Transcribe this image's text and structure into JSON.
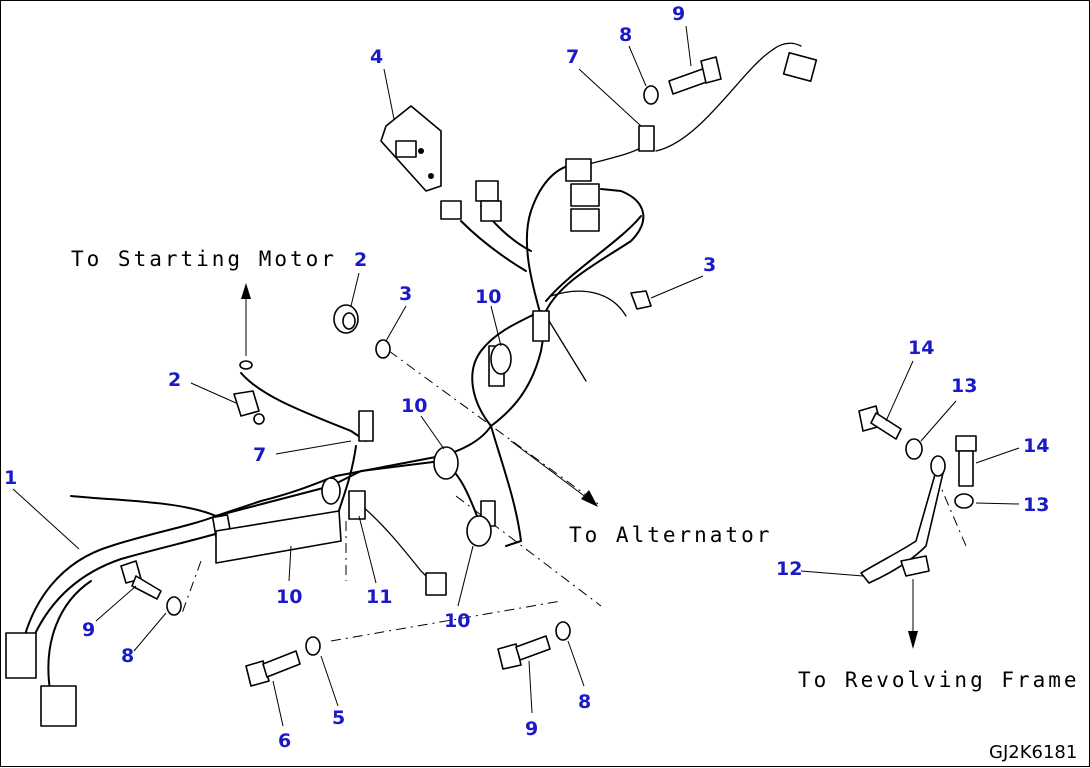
{
  "callouts": {
    "c1": "1",
    "c2a": "2",
    "c2b": "2",
    "c3a": "3",
    "c3b": "3",
    "c4": "4",
    "c5": "5",
    "c6": "6",
    "c7a": "7",
    "c7b": "7",
    "c8a": "8",
    "c8b": "8",
    "c8c": "8",
    "c9a": "9",
    "c9b": "9",
    "c9c": "9",
    "c10a": "10",
    "c10b": "10",
    "c10c": "10",
    "c10d": "10",
    "c11": "11",
    "c12": "12",
    "c13a": "13",
    "c13b": "13",
    "c14a": "14",
    "c14b": "14"
  },
  "notes": {
    "starting_motor": "To Starting Motor",
    "alternator": "To Alternator",
    "revolving_frame": "To Revolving Frame"
  },
  "drawing_code": "GJ2K6181",
  "colors": {
    "callout": "#1a1ac8",
    "line": "#000000"
  }
}
